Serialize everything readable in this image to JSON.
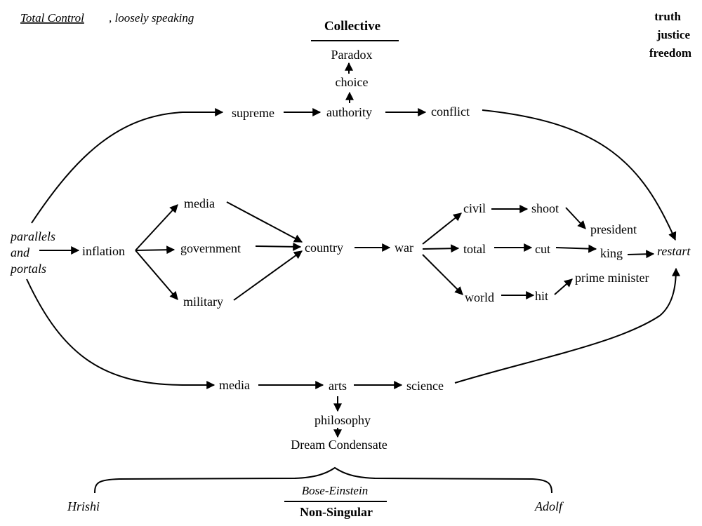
{
  "header": {
    "title": "Total Control",
    "subtitle": ", loosely speaking",
    "values": [
      "truth",
      "justice",
      "freedom"
    ]
  },
  "top": {
    "heading": "Collective",
    "paradox": "Paradox",
    "choice": "choice"
  },
  "nodes": {
    "supreme": "supreme",
    "authority": "authority",
    "conflict": "conflict",
    "parallels": "parallels",
    "and": "and",
    "portals": "portals",
    "inflation": "inflation",
    "media_mid": "media",
    "government": "government",
    "military": "military",
    "country": "country",
    "war": "war",
    "civil": "civil",
    "total": "total",
    "world": "world",
    "shoot": "shoot",
    "cut": "cut",
    "hit": "hit",
    "president": "president",
    "king": "king",
    "prime_minister": "prime minister",
    "restart": "restart",
    "media_low": "media",
    "arts": "arts",
    "science": "science",
    "philosophy": "philosophy",
    "dream": "Dream Condensate"
  },
  "bottom": {
    "left": "Hrishi",
    "right": "Adolf",
    "bose": "Bose-Einstein",
    "nonsingular": "Non-Singular"
  }
}
